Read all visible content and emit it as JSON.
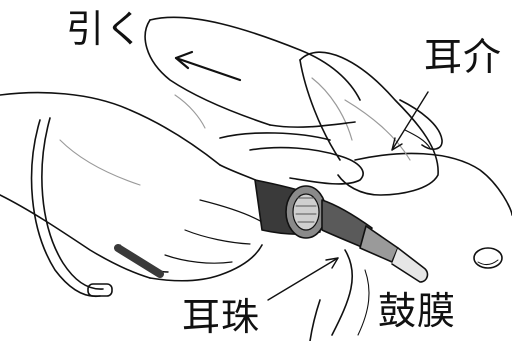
{
  "labels": {
    "pull": "引く",
    "pinna": "耳介",
    "tragus": "耳珠",
    "tympanic_membrane": "鼓膜"
  },
  "colors": {
    "line": "#111111",
    "shade": "#9a9a9a",
    "instrument_dark": "#3a3a3a",
    "instrument_mid": "#8a8a8a"
  }
}
